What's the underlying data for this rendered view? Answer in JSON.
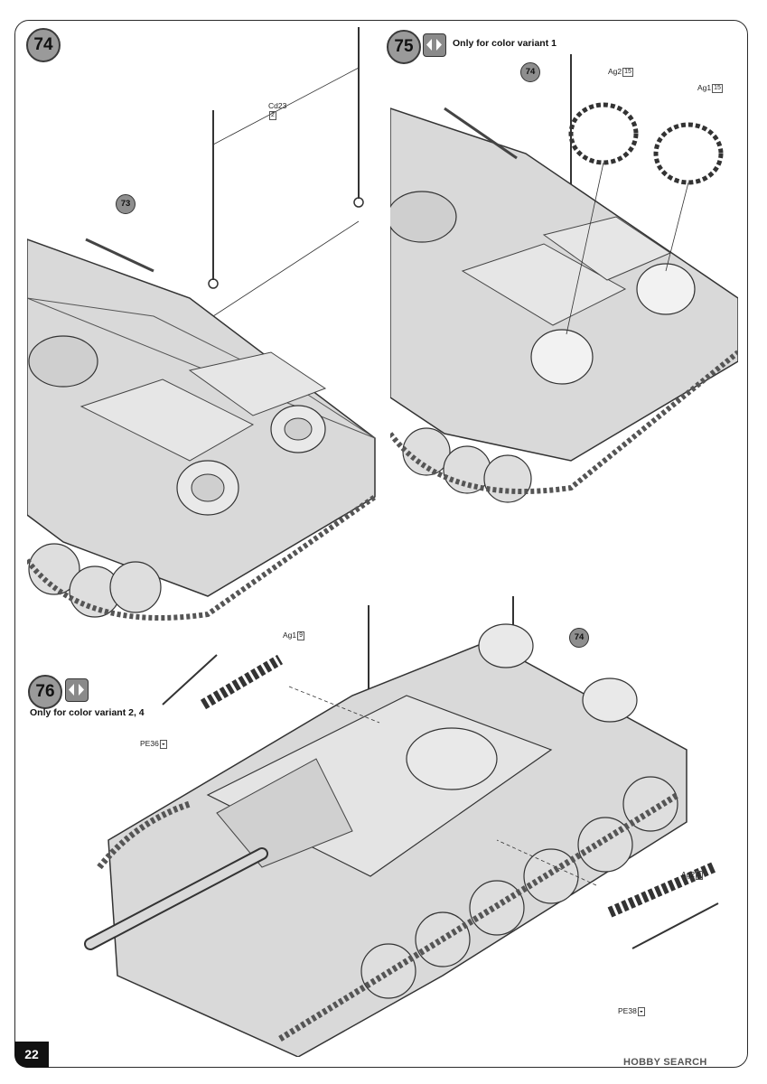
{
  "page_number": "22",
  "steps": [
    {
      "number": "74",
      "part_labels": [
        {
          "code": "Cd23",
          "count": "2"
        }
      ],
      "callouts": [
        "73"
      ]
    },
    {
      "number": "75",
      "variant_text": "Only for color variant 1",
      "part_labels": [
        {
          "code": "Ag2",
          "count": "15"
        },
        {
          "code": "Ag1",
          "count": "15"
        }
      ],
      "callouts": [
        "74"
      ]
    },
    {
      "number": "76",
      "variant_text": "Only for color variant 2, 4",
      "part_labels": [
        {
          "code": "Ag1",
          "count": "9"
        },
        {
          "code": "PE36",
          "count": ""
        },
        {
          "code": "Ag2",
          "count": "9"
        },
        {
          "code": "PE38",
          "count": ""
        }
      ],
      "callouts": [
        "74"
      ]
    }
  ],
  "watermark": "HOBBY SEARCH",
  "colors": {
    "frame": "#2a2a2a",
    "step_badge": "#9a9a9a",
    "hull_fill": "#d9d9d9",
    "hull_dark": "#8f8f8f"
  },
  "icons": {
    "variant": "variant-arrows-icon",
    "decal": "decal-icon"
  }
}
